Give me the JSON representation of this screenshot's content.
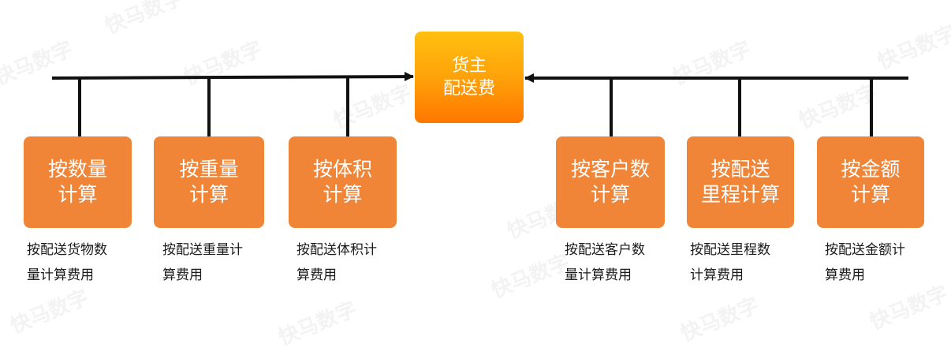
{
  "watermark": {
    "text": "快马数字"
  },
  "root": {
    "line1": "货主",
    "line2": "配送费"
  },
  "methods": [
    {
      "line1": "按数量",
      "line2": "计算",
      "desc1": "按配送货物数",
      "desc2": "量计算费用"
    },
    {
      "line1": "按重量",
      "line2": "计算",
      "desc1": "按配送重量计",
      "desc2": "算费用"
    },
    {
      "line1": "按体积",
      "line2": "计算",
      "desc1": "按配送体积计",
      "desc2": "算费用"
    },
    {
      "line1": "按客户数",
      "line2": "计算",
      "desc1": "按配送客户数",
      "desc2": "量计算费用"
    },
    {
      "line1": "按配送",
      "line2": "里程计算",
      "desc1": "按配送里程数",
      "desc2": "计算费用"
    },
    {
      "line1": "按金额",
      "line2": "计算",
      "desc1": "按配送金额计",
      "desc2": "算费用"
    }
  ],
  "colors": {
    "root_top": "#ffc010",
    "root_bottom": "#ff7700",
    "method_box": "#f08538",
    "connector": "#111111"
  }
}
